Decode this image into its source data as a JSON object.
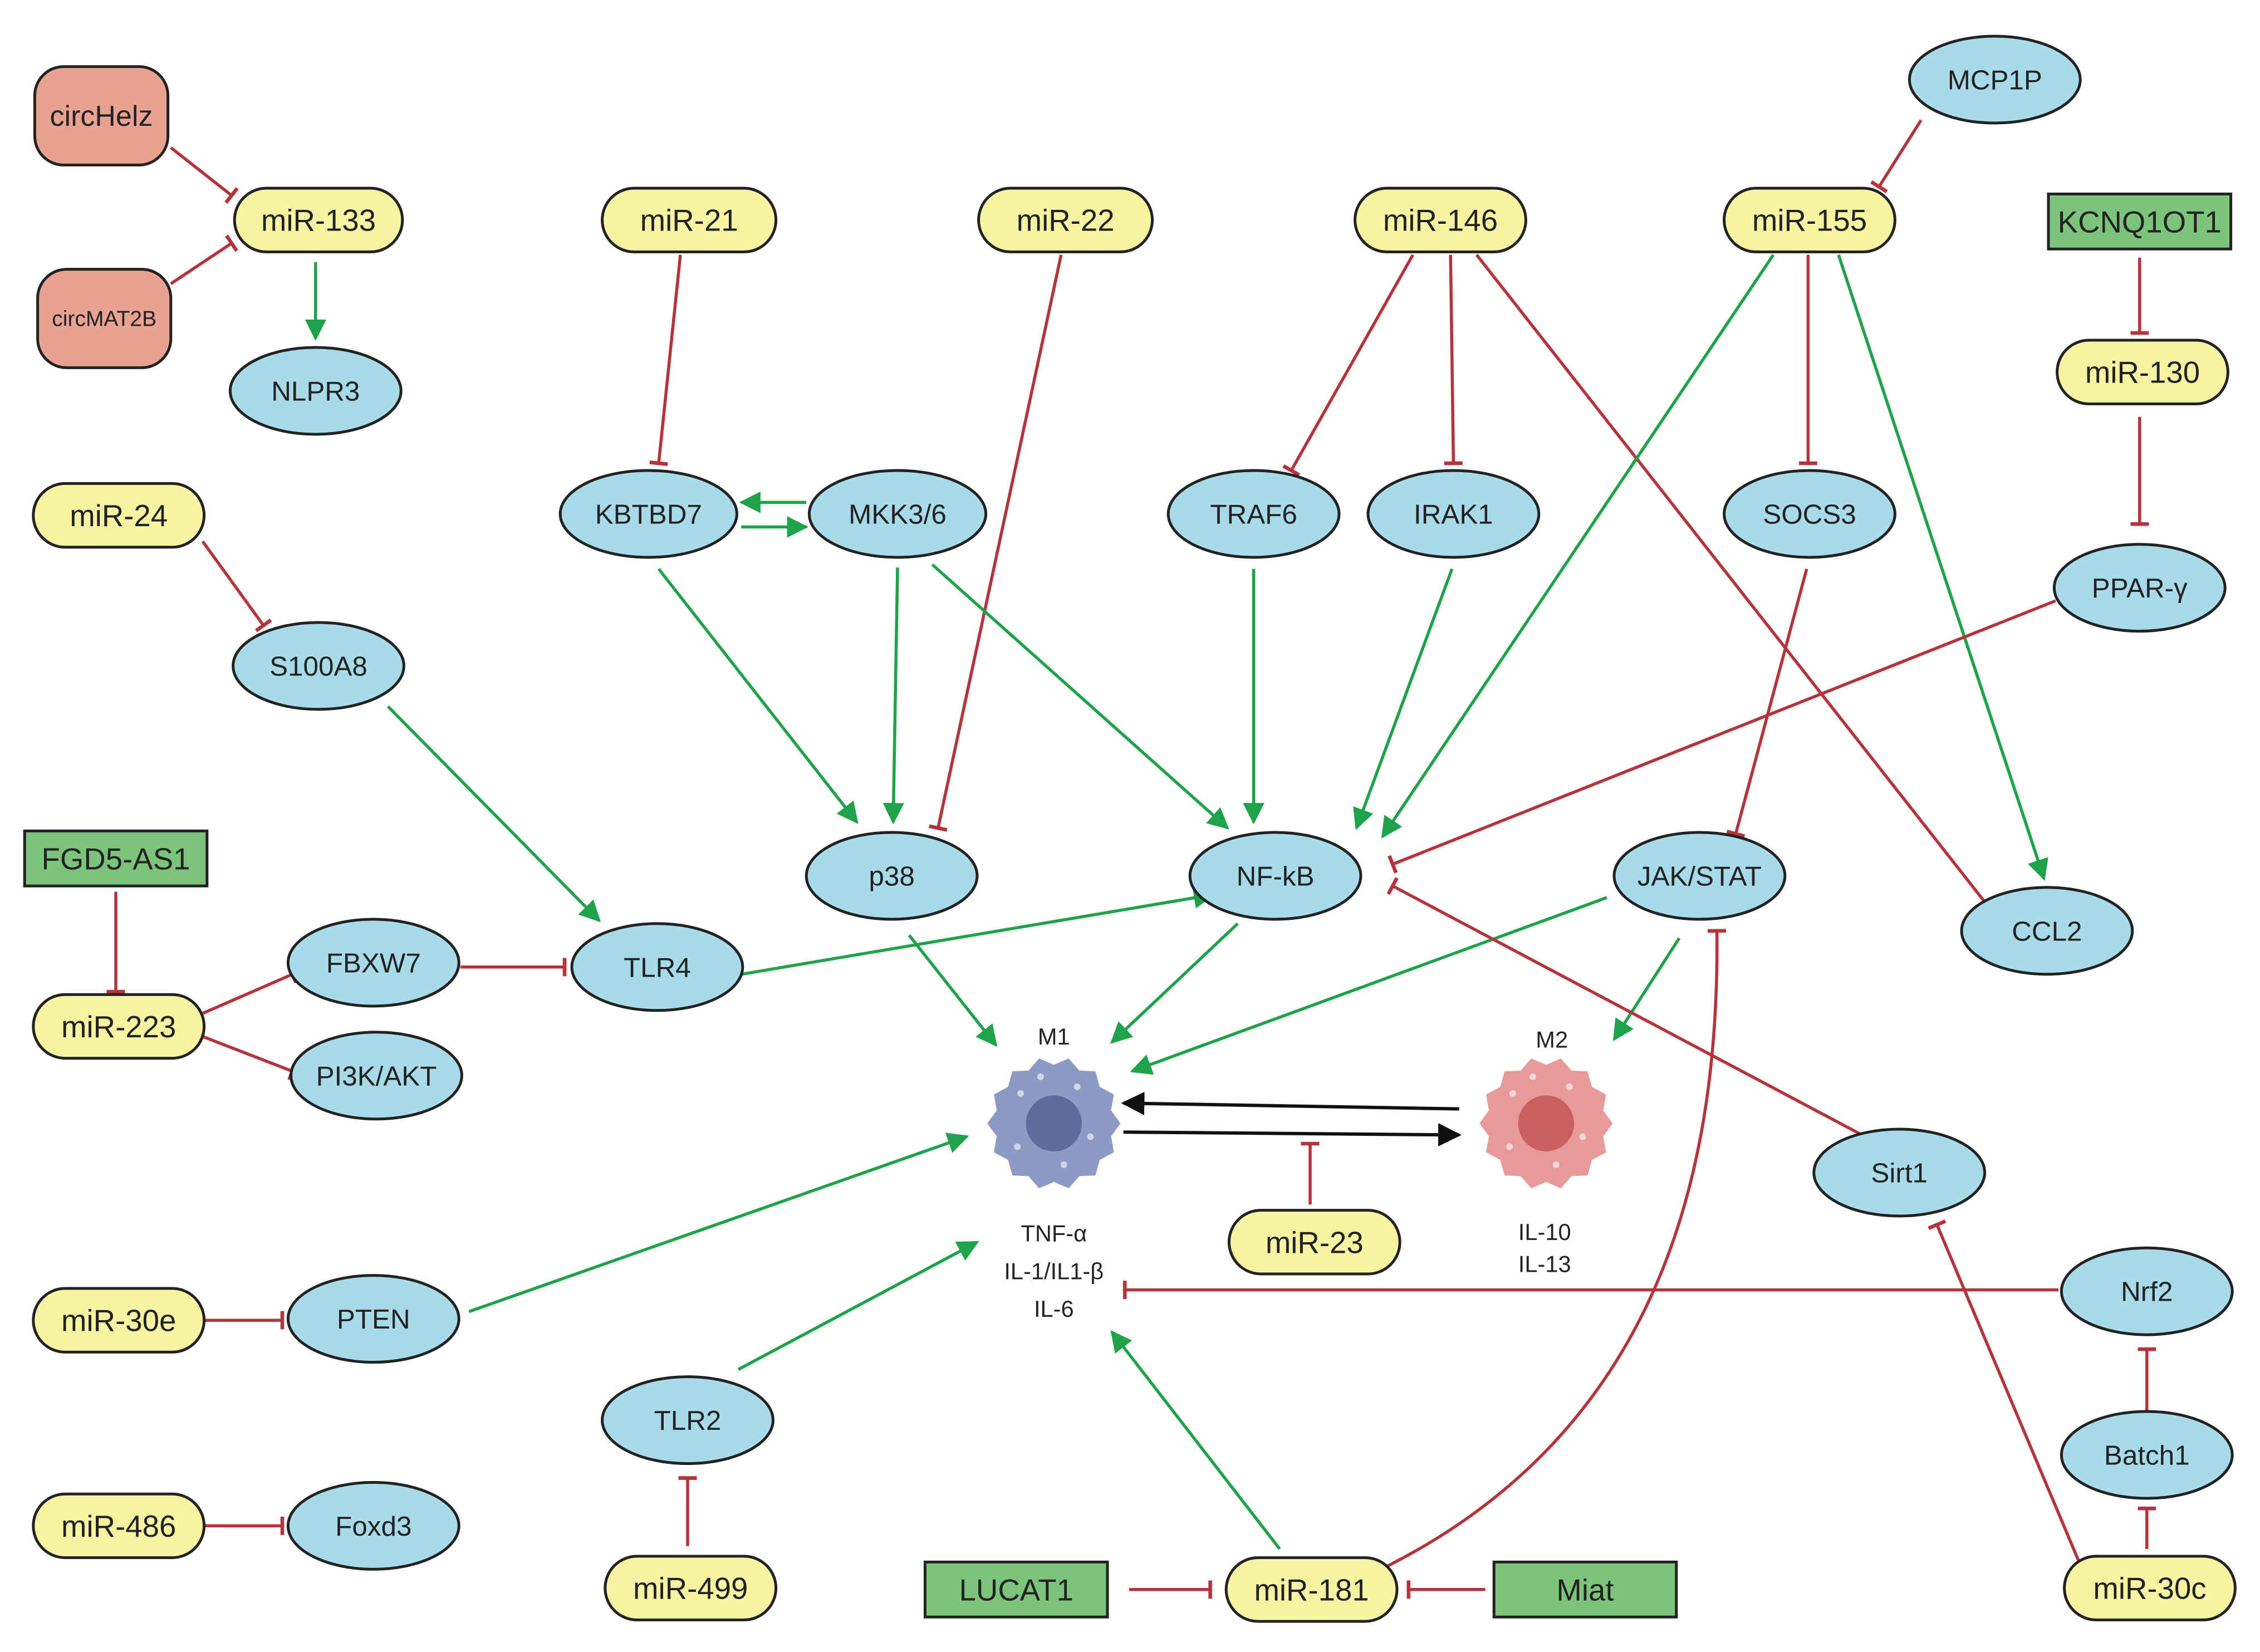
{
  "colors": {
    "mirna_fill": "#f7f3a3",
    "protein_fill": "#a8dbe9",
    "lncrna_fill": "#7cc47c",
    "circrna_fill": "#e9a291",
    "activation": "#1fa34a",
    "inhibition": "#b5333b",
    "polarization": "#111111",
    "outline": "#222222",
    "m1_cell": "#8c9ac4",
    "m2_cell": "#e79a98"
  },
  "nodes": {
    "circHelz": "circHelz",
    "circMAT2B": "circMAT2B",
    "miR-133": "miR-133",
    "NLPR3": "NLPR3",
    "miR-21": "miR-21",
    "miR-22": "miR-22",
    "miR-146": "miR-146",
    "miR-155": "miR-155",
    "MCP1P": "MCP1P",
    "KCNQ1OT1": "KCNQ1OT1",
    "miR-130": "miR-130",
    "PPAR-y": "PPAR-γ",
    "miR-24": "miR-24",
    "S100A8": "S100A8",
    "KBTBD7": "KBTBD7",
    "MKK3/6": "MKK3/6",
    "TRAF6": "TRAF6",
    "IRAK1": "IRAK1",
    "SOCS3": "SOCS3",
    "p38": "p38",
    "NF-kB": "NF-kB",
    "JAK/STAT": "JAK/STAT",
    "CCL2": "CCL2",
    "FGD5-AS1": "FGD5-AS1",
    "miR-223": "miR-223",
    "FBXW7": "FBXW7",
    "PI3K/AKT": "PI3K/AKT",
    "TLR4": "TLR4",
    "Sirt1": "Sirt1",
    "miR-23": "miR-23",
    "miR-30e": "miR-30e",
    "PTEN": "PTEN",
    "Nrf2": "Nrf2",
    "TLR2": "TLR2",
    "Batch1": "Batch1",
    "miR-486": "miR-486",
    "Foxd3": "Foxd3",
    "miR-499": "miR-499",
    "LUCAT1": "LUCAT1",
    "miR-181": "miR-181",
    "Miat": "Miat",
    "miR-30c": "miR-30c"
  },
  "cells": {
    "m1_label": "M1",
    "m2_label": "M2",
    "m1_markers": [
      "TNF-α",
      "IL-1/IL1-β",
      "IL-6"
    ],
    "m2_markers": [
      "IL-10",
      "IL-13"
    ]
  }
}
